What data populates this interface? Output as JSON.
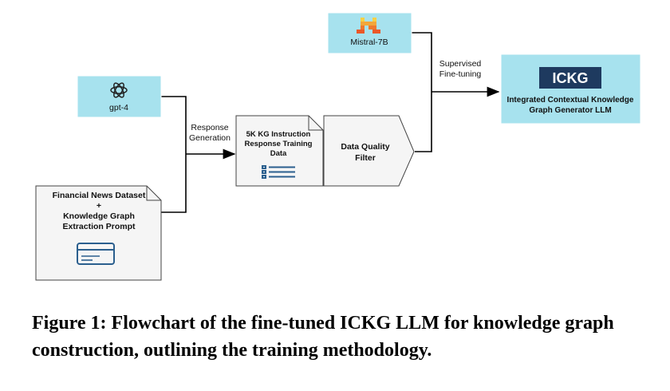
{
  "nodes": {
    "gpt4": {
      "label": "gpt-4",
      "icon": "openai-icon"
    },
    "mistral": {
      "label": "Mistral-7B",
      "icon": "mistral-icon"
    },
    "dataset": {
      "line1": "Financial News Dataset",
      "line2": "+",
      "line3": "Knowledge Graph",
      "line4": "Extraction Prompt",
      "icon": "credit-card-icon"
    },
    "training_data": {
      "line1": "5K KG Instruction",
      "line2": "Response Training",
      "line3": "Data",
      "icon": "list-icon"
    },
    "filter": {
      "line1": "Data Quality",
      "line2": "Filter"
    },
    "ickg": {
      "badge": "ICKG",
      "line1": "Integrated Contextual Knowledge",
      "line2": "Graph Generator LLM"
    }
  },
  "edges": {
    "response_generation": {
      "line1": "Response",
      "line2": "Generation"
    },
    "supervised_finetuning": {
      "line1": "Supervised",
      "line2": "Fine-tuning"
    }
  },
  "caption": "Figure 1: Flowchart of the fine-tuned ICKG LLM for knowledge graph construction, outlining the training methodology.",
  "colors": {
    "light_blue_box": "#a7e2ee",
    "doc_fill": "#f5f5f5",
    "navy": "#1e3a5f",
    "icon_blue": "#2b5f8e"
  }
}
